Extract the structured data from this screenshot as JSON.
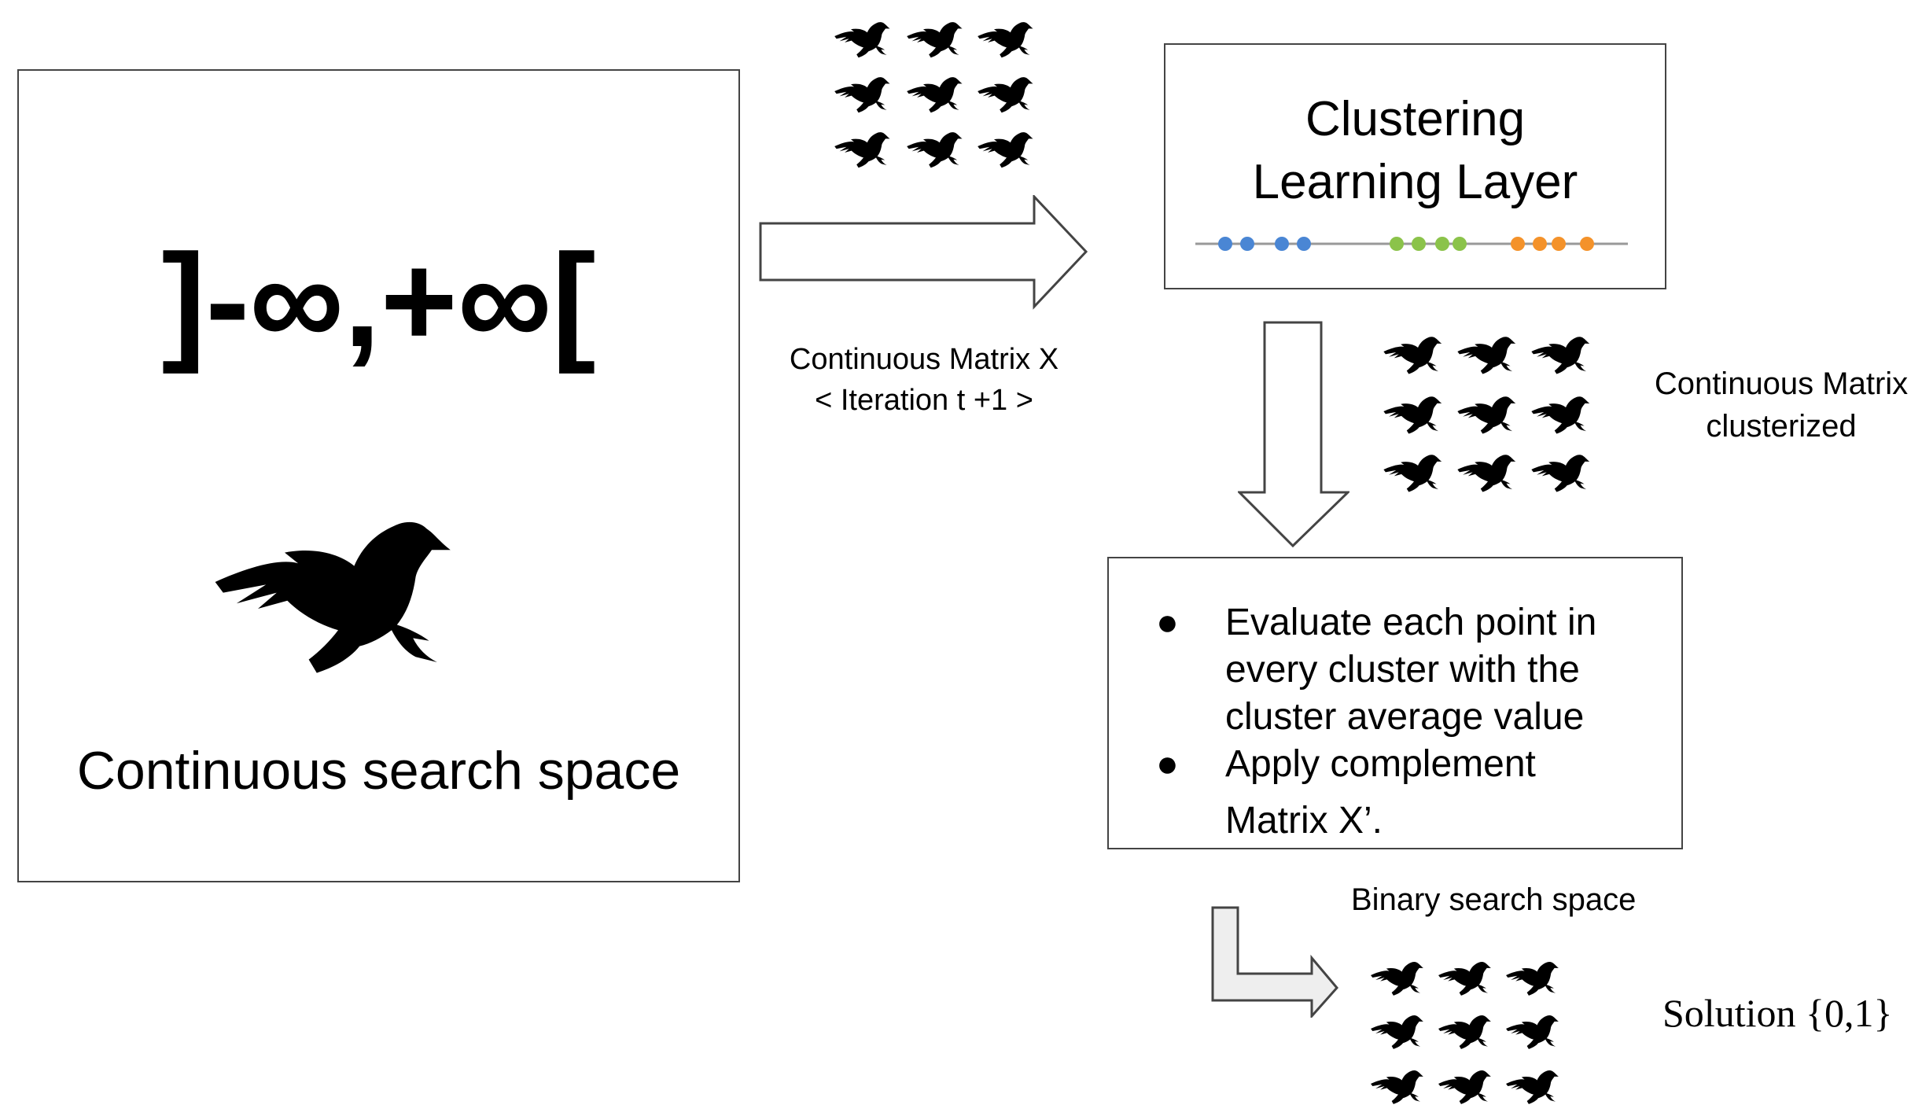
{
  "left_panel": {
    "interval_text": "]-∞,+∞[",
    "caption": "Continuous search space",
    "icon": "crow-icon"
  },
  "arrow1": {
    "label_line1": "Continuous Matrix X",
    "label_line2": "< Iteration t +1 >"
  },
  "clustering_box": {
    "title_line1": "Clustering",
    "title_line2": "Learning Layer",
    "dot_colors": [
      "#4a86d4",
      "#8bc34a",
      "#f4922a"
    ],
    "line_color": "#999999"
  },
  "clusterized": {
    "label_line1": "Continuous Matrix",
    "label_line2": "clusterized"
  },
  "evaluate_box": {
    "bullet_1": "Evaluate each point in every cluster with the cluster average value",
    "bullet_1_line1": "Evaluate each point in",
    "bullet_1_line2": "every cluster with the",
    "bullet_1_line3": "cluster average value",
    "bullet_2_line1": "Apply complement",
    "bullet_2_line2": "Matrix X’."
  },
  "binary": {
    "label": "Binary search space",
    "solution": "Solution {0,1}"
  },
  "icons": {
    "crow": "crow-icon",
    "arrow_right": "arrow-right-icon",
    "arrow_down": "arrow-down-icon",
    "arrow_elbow": "elbow-arrow-icon"
  },
  "colors": {
    "border": "#444444",
    "blue": "#4a86d4",
    "green": "#8bc34a",
    "orange": "#f4922a",
    "elbow_fill": "#eeeeee"
  }
}
